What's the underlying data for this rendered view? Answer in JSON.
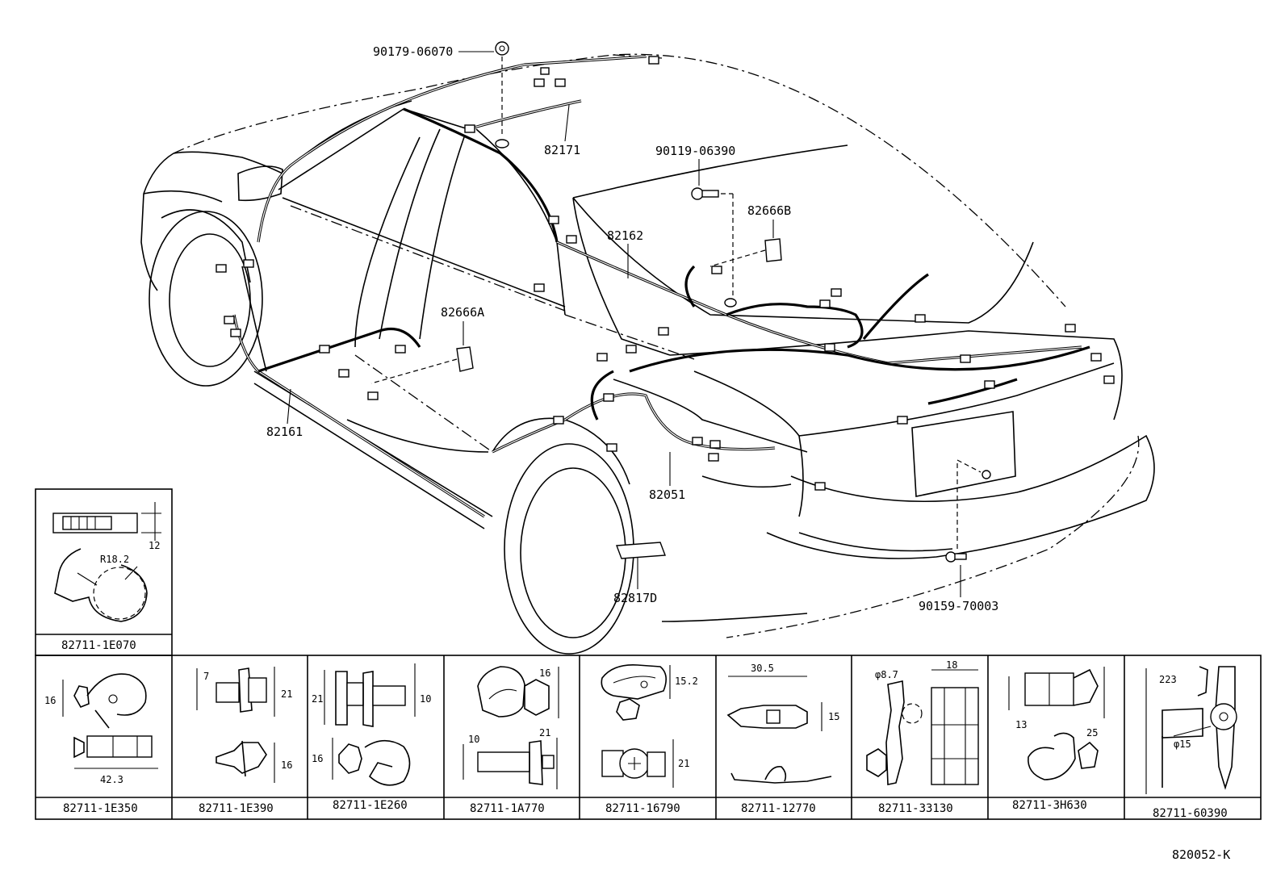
{
  "parts": {
    "p90179": "90179-06070",
    "p82171": "82171",
    "p90119": "90119-06390",
    "p82666B": "82666B",
    "p82162": "82162",
    "p82666A": "82666A",
    "p82161": "82161",
    "p82051": "82051",
    "p82817D": "82817D",
    "p90159": "90159-70003"
  },
  "clips": [
    {
      "part": "82711-1E070",
      "dims": [
        "12",
        "R18.2"
      ]
    },
    {
      "part": "82711-1E350",
      "dims": [
        "16",
        "42.3"
      ]
    },
    {
      "part": "82711-1E390",
      "dims": [
        "7",
        "21",
        "16"
      ]
    },
    {
      "part": "82711-1E260",
      "dims": [
        "21",
        "10",
        "16"
      ]
    },
    {
      "part": "82711-1A770",
      "dims": [
        "16",
        "10",
        "21"
      ]
    },
    {
      "part": "82711-16790",
      "dims": [
        "15.2",
        "21"
      ]
    },
    {
      "part": "82711-12770",
      "dims": [
        "30.5",
        "15"
      ]
    },
    {
      "part": "82711-33130",
      "dims": [
        "φ8.7",
        "18"
      ]
    },
    {
      "part": "82711-3H630",
      "dims": [
        "13",
        "25"
      ]
    },
    {
      "part": "82711-60390",
      "dims": [
        "223",
        "φ15"
      ]
    }
  ],
  "figure_code": "820052-K"
}
